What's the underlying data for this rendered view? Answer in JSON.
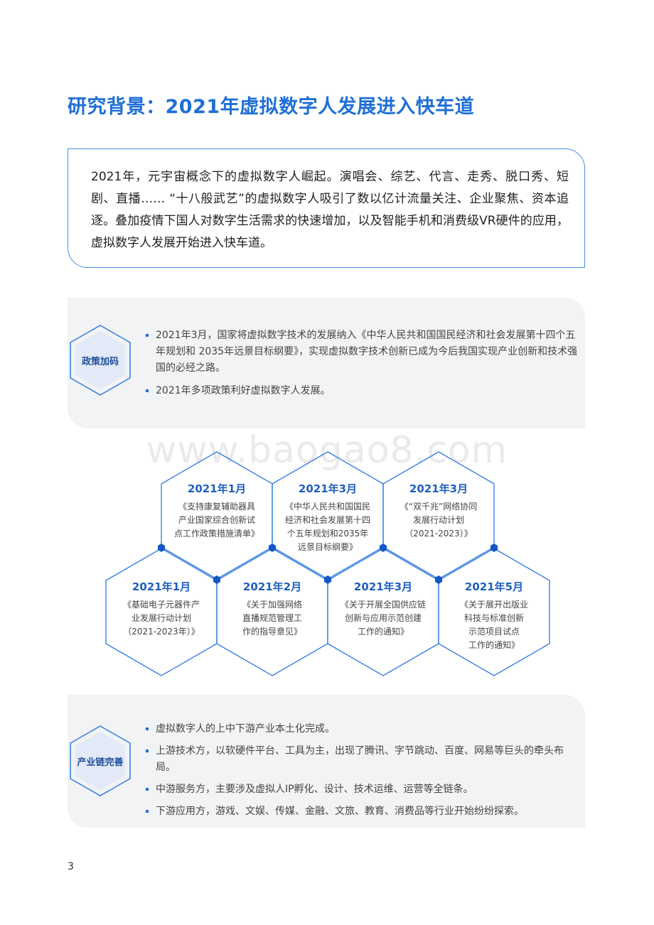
{
  "title": "研究背景：2021年虚拟数字人发展进入快车道",
  "intro": "2021年，元宇宙概念下的虚拟数字人崛起。演唱会、综艺、代言、走秀、脱口秀、短剧、直播…… “十八般武艺”的虚拟数字人吸引了数以亿计流量关注、企业聚焦、资本追逐。叠加疫情下国人对数字生活需求的快速增加，以及智能手机和消费级VR硬件的应用，虚拟数字人发展开始进入快车道。",
  "policy": {
    "badge": "政策加码",
    "items": [
      "2021年3月，国家将虚拟数字技术的发展纳入《中华人民共和国国民经济和社会发展第十四个五年规划和 2035年远景目标纲要》，实现虚拟数字技术创新已成为今后我国实现产业创新和技术强国的必经之路。",
      "2021年多项政策利好虚拟数字人发展。"
    ]
  },
  "watermark": "www.baogao8.com",
  "timeline": [
    {
      "date": "2021年1月",
      "lines": [
        "《支持康复辅助器具",
        "产业国家综合创新试",
        "点工作政策措施清单》"
      ]
    },
    {
      "date": "2021年3月",
      "lines": [
        "《中华人民共和国国民",
        "经济和社会发展第十四",
        "个五年规划和2035年",
        "远景目标纲要》"
      ]
    },
    {
      "date": "2021年3月",
      "lines": [
        "《“双千兆”网络协同",
        "发展行动计划",
        "（2021-2023）》"
      ]
    },
    {
      "date": "2021年1月",
      "lines": [
        "《基础电子元器件产",
        "业发展行动计划",
        "（2021-2023年）》"
      ]
    },
    {
      "date": "2021年2月",
      "lines": [
        "《关于加强网络",
        "直播规范管理工",
        "作的指导意见》"
      ]
    },
    {
      "date": "2021年3月",
      "lines": [
        "《关于开展全国供应链",
        "创新与应用示范创建",
        "工作的通知》"
      ]
    },
    {
      "date": "2021年5月",
      "lines": [
        "《关于展开出版业",
        "科技与标准创新",
        "示范项目试点",
        "工作的通知》"
      ]
    }
  ],
  "chain": {
    "badge": "产业链完善",
    "items": [
      "虚拟数字人的上中下游产业本土化完成。",
      "上游技术方，以软硬件平台、工具为主，出现了腾讯、字节跳动、百度、网易等巨头的牵头布局。",
      "中游服务方，主要涉及虚拟人IP孵化、设计、技术运维、运营等全链条。",
      "下游应用方，游戏、文娱、传媒、金融、文旅、教育、消费品等行业开始纷纷探索。"
    ]
  },
  "page_number": "3",
  "colors": {
    "accent": "#1f6fd6",
    "hex_border": "#2f7ae0",
    "panel_bg": "#f2f3f5",
    "badge_fill": "#e3e9f7"
  }
}
